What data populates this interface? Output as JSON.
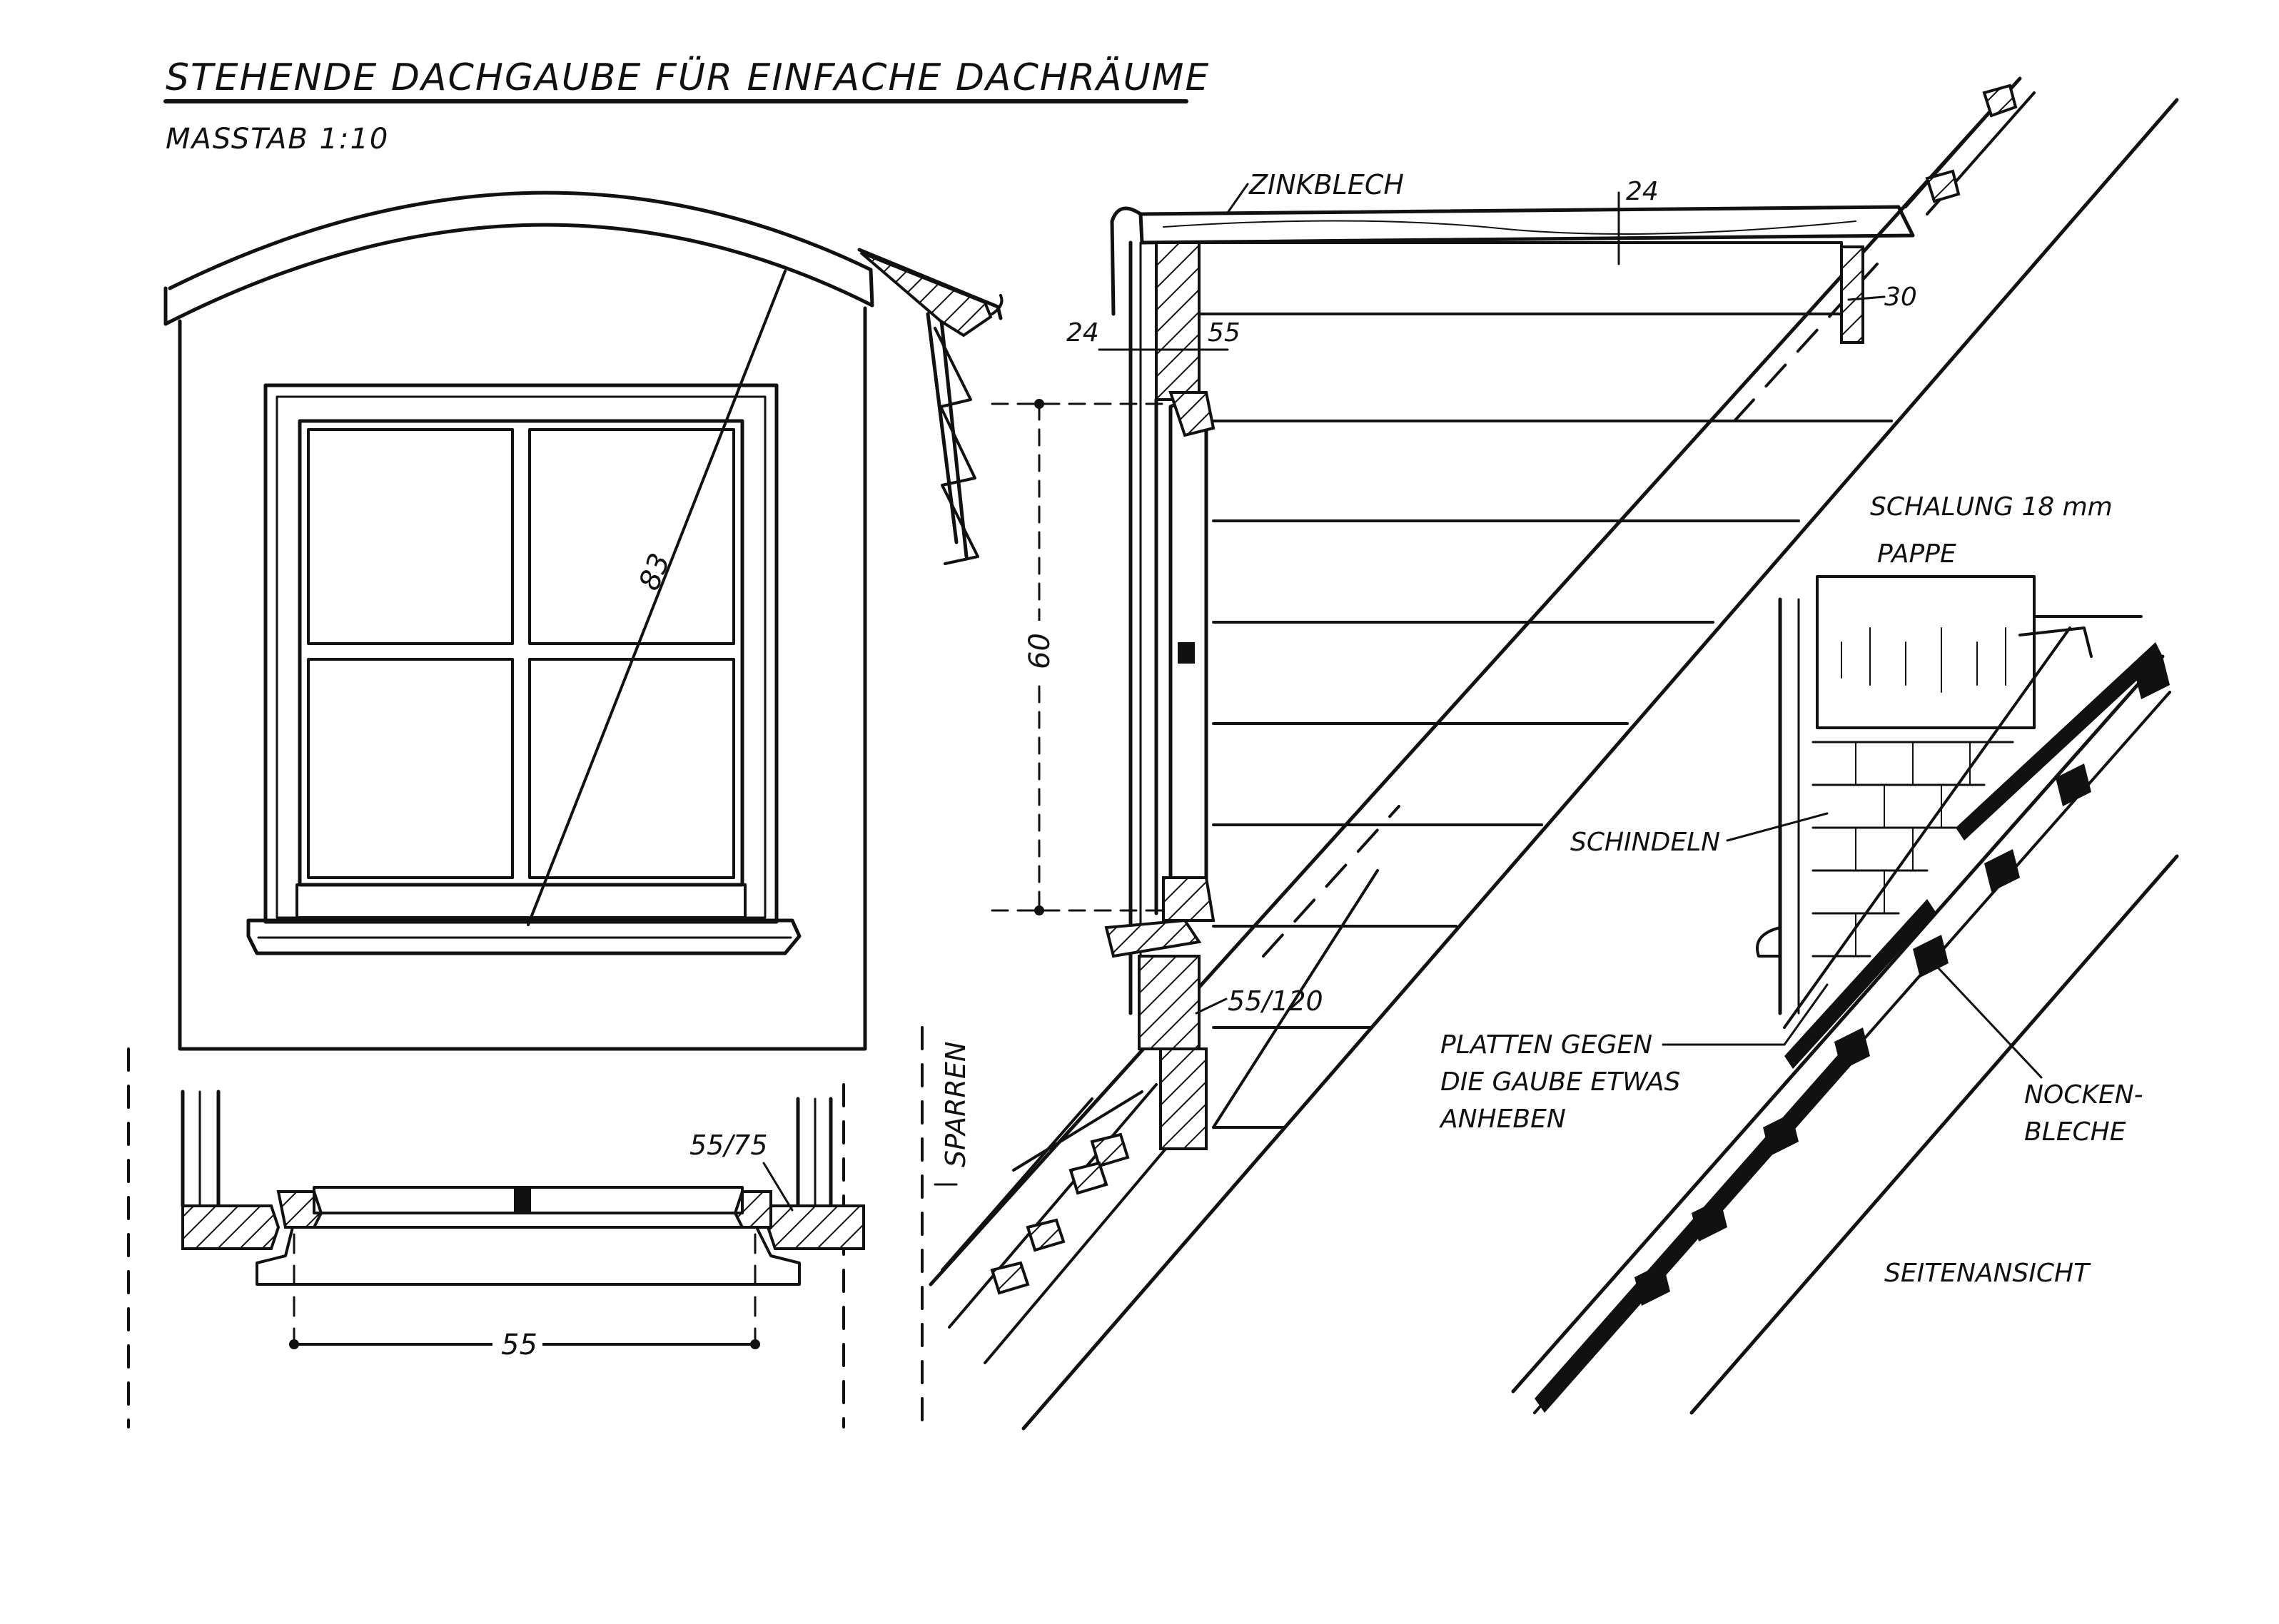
{
  "title": "STEHENDE DACHGAUBE FÜR EINFACHE DACHRÄUME",
  "scale": "MASSTAB 1:10",
  "labels": {
    "zinkblech": "ZINKBLECH",
    "dim_24_top": "24",
    "dim_30": "30",
    "dim_24_left": "24",
    "dim_55_top": "55",
    "dim_83": "83",
    "dim_60": "60",
    "dim_55_120": "55/120",
    "dim_55_75": "55/75",
    "dim_55_bottom": "55",
    "sparren": "SPARREN",
    "schalung": "SCHALUNG 18 mm",
    "pappe": "PAPPE",
    "schindeln": "SCHINDELN",
    "platten_1": "PLATTEN GEGEN",
    "platten_2": "DIE GAUBE ETWAS",
    "platten_3": "ANHEBEN",
    "nocken_1": "NOCKEN-",
    "nocken_2": "BLECHE",
    "seitenansicht": "SEITENANSICHT"
  },
  "colors": {
    "ink": "#111111",
    "paper": "#ffffff"
  }
}
